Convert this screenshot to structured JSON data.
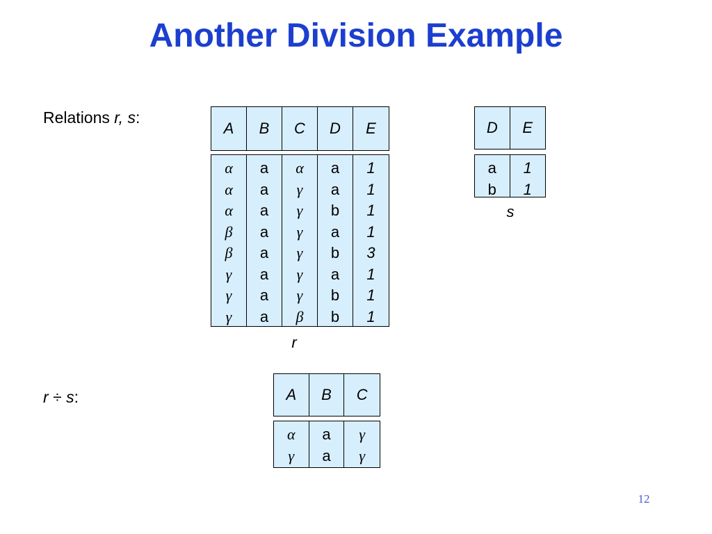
{
  "slide": {
    "title": "Another Division Example",
    "page_number": "12"
  },
  "labels": {
    "relations_prefix": "Relations ",
    "relations_vars": "r, s",
    "relations_suffix": ":",
    "division_r": "r ",
    "division_op": "÷",
    "division_s": " s",
    "division_suffix": ":"
  },
  "relation_r": {
    "name": "r",
    "columns": [
      "A",
      "B",
      "C",
      "D",
      "E"
    ],
    "rows": [
      [
        "α",
        "a",
        "α",
        "a",
        "1"
      ],
      [
        "α",
        "a",
        "γ",
        "a",
        "1"
      ],
      [
        "α",
        "a",
        "γ",
        "b",
        "1"
      ],
      [
        "β",
        "a",
        "γ",
        "a",
        "1"
      ],
      [
        "β",
        "a",
        "γ",
        "b",
        "3"
      ],
      [
        "γ",
        "a",
        "γ",
        "a",
        "1"
      ],
      [
        "γ",
        "a",
        "γ",
        "b",
        "1"
      ],
      [
        "γ",
        "a",
        "β",
        "b",
        "1"
      ]
    ]
  },
  "relation_s": {
    "name": "s",
    "columns": [
      "D",
      "E"
    ],
    "rows": [
      [
        "a",
        "1"
      ],
      [
        "b",
        "1"
      ]
    ]
  },
  "relation_result": {
    "columns": [
      "A",
      "B",
      "C"
    ],
    "rows": [
      [
        "α",
        "a",
        "γ"
      ],
      [
        "γ",
        "a",
        "γ"
      ]
    ]
  }
}
